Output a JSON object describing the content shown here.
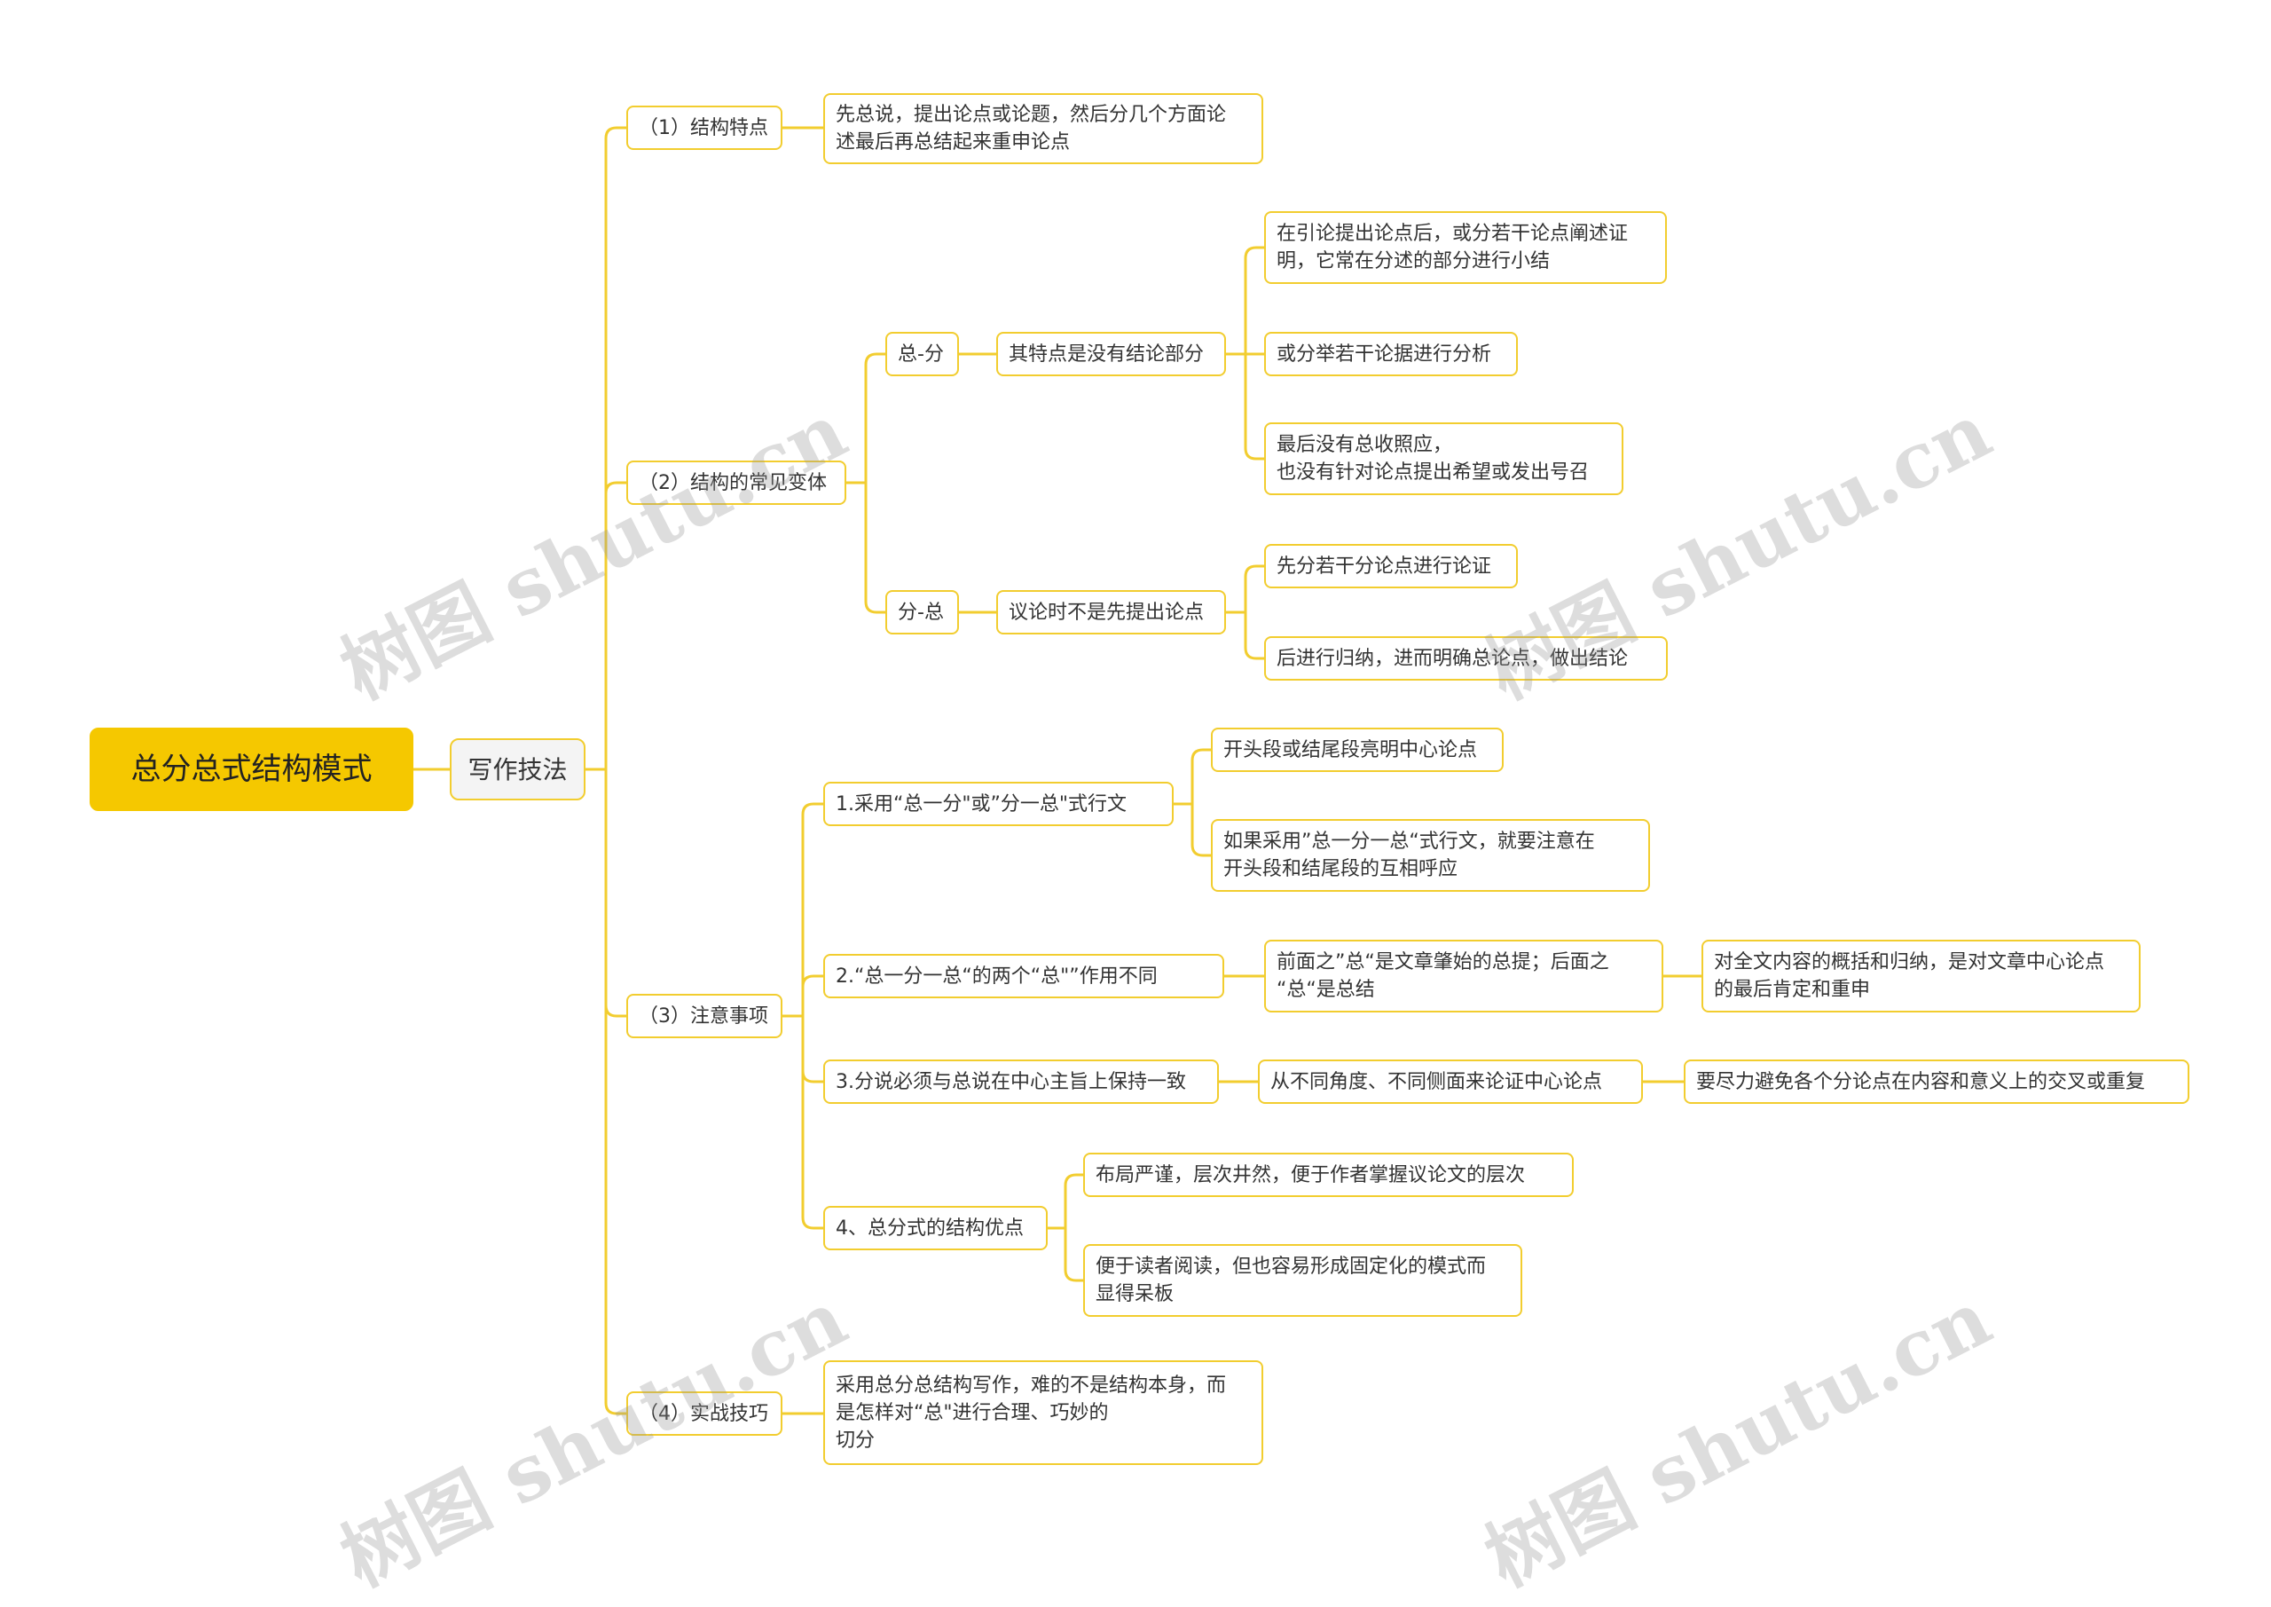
{
  "root": "总分总式结构模式",
  "category": "写作技法",
  "sections": {
    "s1": {
      "label": "（1）结构特点",
      "text": "先总说，提出论点或论题，然后分几个方面论\n述最后再总结起来重申论点"
    },
    "s2": {
      "label": "（2）结构的常见变体",
      "v1": {
        "label": "总-分",
        "feature": "其特点是没有结论部分",
        "items": [
          "在引论提出论点后，或分若干论点阐述证\n明，它常在分述的部分进行小结",
          "或分举若干论据进行分析",
          "最后没有总收照应，\n也没有针对论点提出希望或发出号召"
        ]
      },
      "v2": {
        "label": "分-总",
        "feature": "议论时不是先提出论点",
        "items": [
          "先分若干分论点进行论证",
          "后进行归纳，进而明确总论点，做出结论"
        ]
      }
    },
    "s3": {
      "label": "（3）注意事项",
      "n1": {
        "label": "1.采用“总一分\"或”分一总\"式行文",
        "items": [
          "开头段或结尾段亮明中心论点",
          "如果采用”总一分一总“式行文，就要注意在\n开头段和结尾段的互相呼应"
        ]
      },
      "n2": {
        "label": "2.“总一分一总“的两个“总\"”作用不同",
        "detail": "前面之”总“是文章肇始的总提；后面之\n“总“是总结",
        "detail2": "对全文内容的概括和归纳，是对文章中心论点\n的最后肯定和重申"
      },
      "n3": {
        "label": "3.分说必须与总说在中心主旨上保持一致",
        "detail": "从不同角度、不同侧面来论证中心论点",
        "detail2": "要尽力避免各个分论点在内容和意义上的交叉或重复"
      },
      "n4": {
        "label": "4、总分式的结构优点",
        "items": [
          "布局严谨，层次井然，便于作者掌握议论文的层次",
          "便于读者阅读，但也容易形成固定化的模式而\n显得呆板"
        ]
      }
    },
    "s4": {
      "label": "（4）实战技巧",
      "text": "采用总分总结构写作，难的不是结构本身，而\n是怎样对“总\"进行合理、巧妙的\n切分"
    }
  },
  "watermark": "树图 shutu.cn",
  "colors": {
    "line": "#f2cd2f",
    "root_fill": "#f5c800",
    "border": "#f2cd2f",
    "mid_fill": "#f4f4f4"
  }
}
